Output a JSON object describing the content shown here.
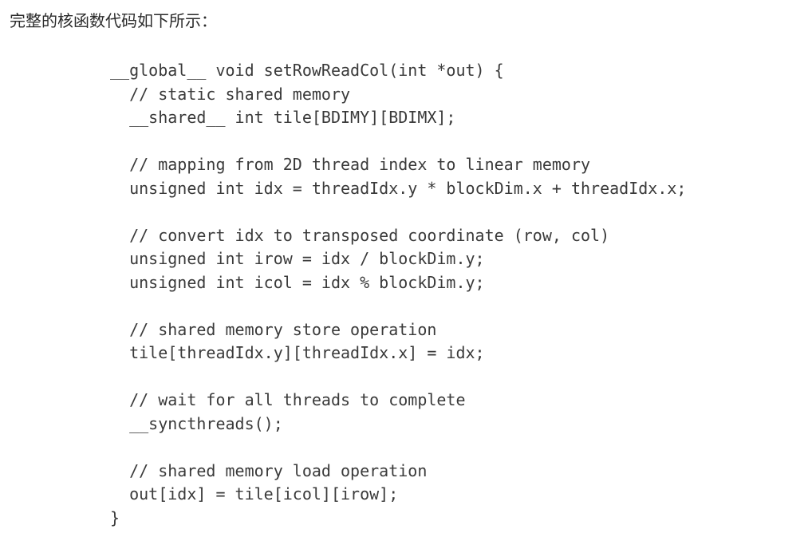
{
  "intro_text": "完整的核函数代码如下所示：",
  "code_lines": [
    "__global__ void setRowReadCol(int *out) {",
    "  // static shared memory",
    "  __shared__ int tile[BDIMY][BDIMX];",
    "",
    "  // mapping from 2D thread index to linear memory",
    "  unsigned int idx = threadIdx.y * blockDim.x + threadIdx.x;",
    "",
    "  // convert idx to transposed coordinate (row, col)",
    "  unsigned int irow = idx / blockDim.y;",
    "  unsigned int icol = idx % blockDim.y;",
    "",
    "  // shared memory store operation",
    "  tile[threadIdx.y][threadIdx.x] = idx;",
    "",
    "  // wait for all threads to complete",
    "  __syncthreads();",
    "",
    "  // shared memory load operation",
    "  out[idx] = tile[icol][irow];",
    "}"
  ]
}
